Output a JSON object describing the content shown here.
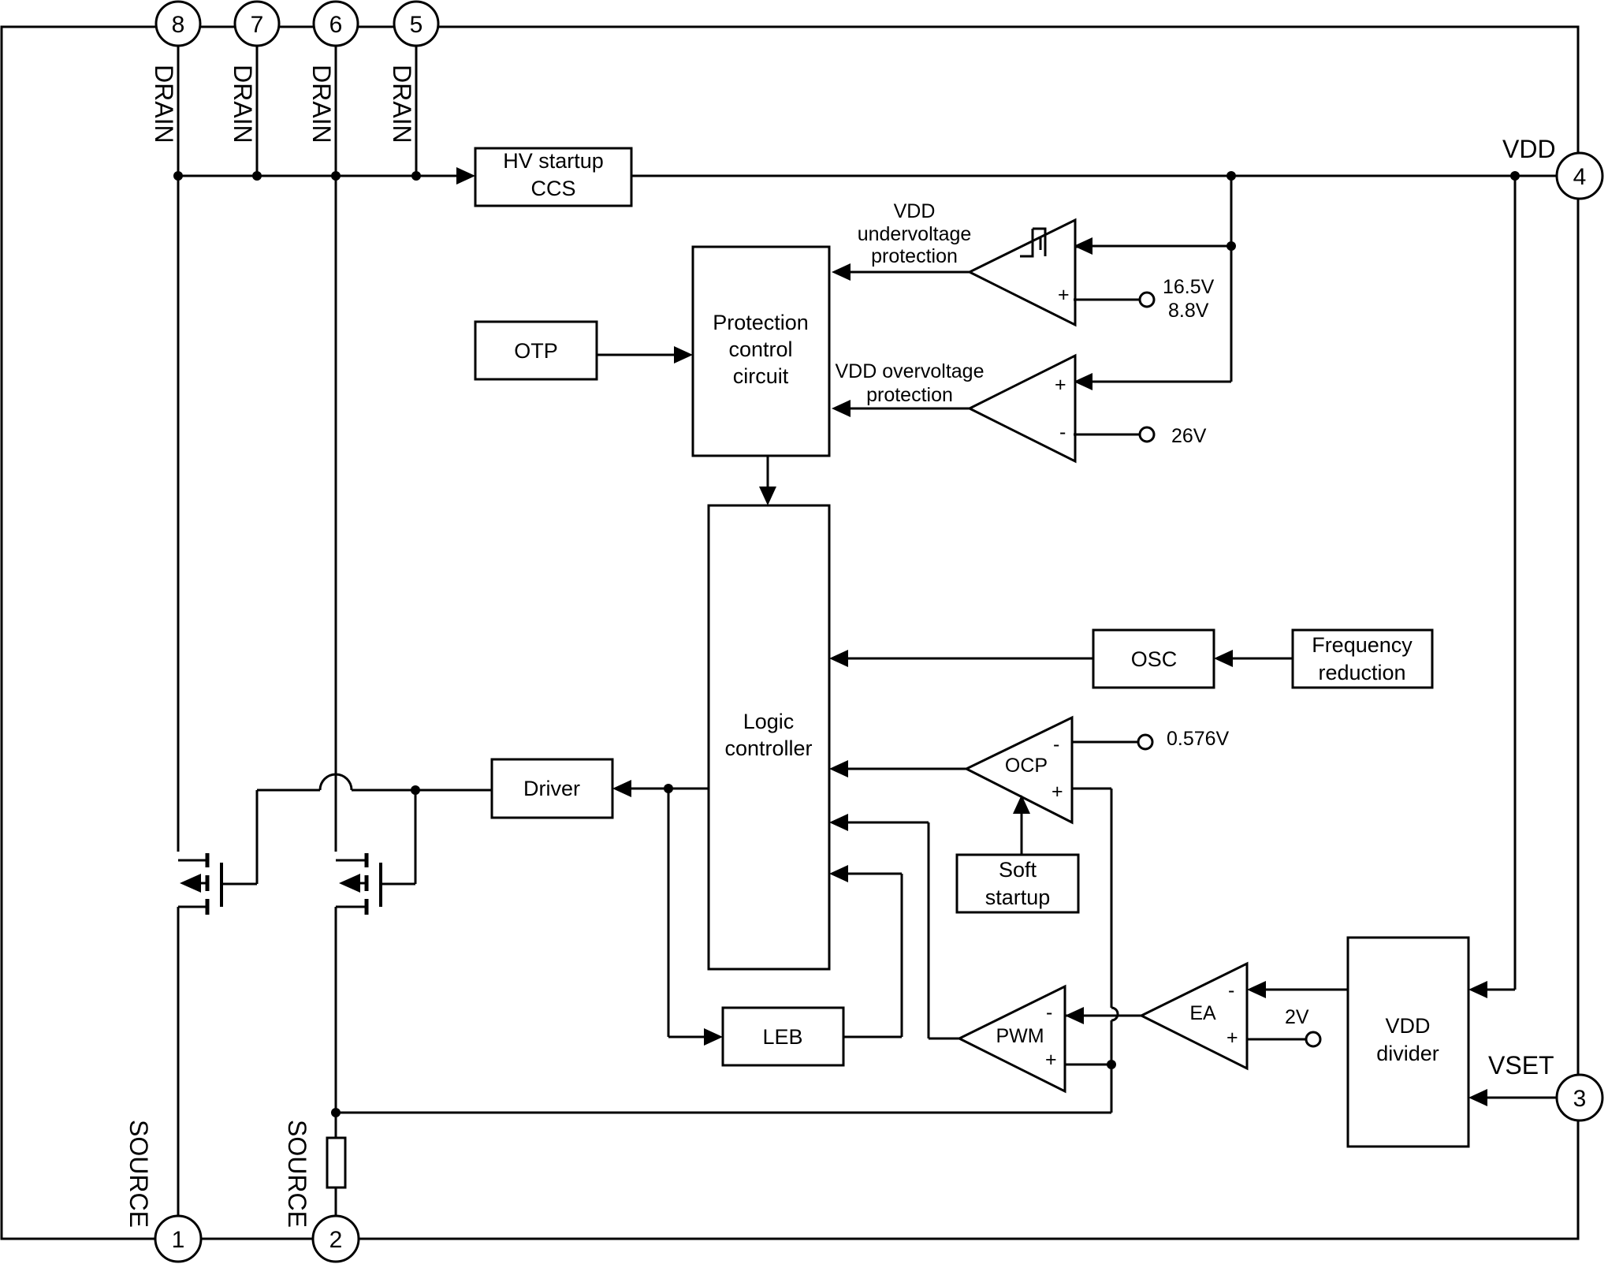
{
  "pins": {
    "p8": {
      "num": "8",
      "name": "DRAIN"
    },
    "p7": {
      "num": "7",
      "name": "DRAIN"
    },
    "p6": {
      "num": "6",
      "name": "DRAIN"
    },
    "p5": {
      "num": "5",
      "name": "DRAIN"
    },
    "p4": {
      "num": "4",
      "name": "VDD"
    },
    "p3": {
      "num": "3",
      "name": "VSET"
    },
    "p2": {
      "num": "2",
      "name": "SOURCE"
    },
    "p1": {
      "num": "1",
      "name": "SOURCE"
    }
  },
  "blocks": {
    "hv_startup": {
      "line1": "HV startup",
      "line2": "CCS"
    },
    "otp": "OTP",
    "protection": {
      "line1": "Protection",
      "line2": "control",
      "line3": "circuit"
    },
    "logic": {
      "line1": "Logic",
      "line2": "controller"
    },
    "osc": "OSC",
    "freq_red": {
      "line1": "Frequency",
      "line2": "reduction"
    },
    "driver": "Driver",
    "leb": "LEB",
    "soft_startup": {
      "line1": "Soft",
      "line2": "startup"
    },
    "vdd_divider": {
      "line1": "VDD",
      "line2": "divider"
    }
  },
  "comparators": {
    "uvp": {
      "minus": "-",
      "plus": "+",
      "label1": "VDD",
      "label2": "undervoltage",
      "label3": "protection",
      "ref1": "16.5V",
      "ref2": "8.8V"
    },
    "ovp": {
      "minus": "-",
      "plus": "+",
      "label1": "VDD overvoltage",
      "label2": "protection",
      "ref": "26V"
    },
    "ocp": {
      "name": "OCP",
      "minus": "-",
      "plus": "+",
      "ref": "0.576V"
    },
    "pwm": {
      "name": "PWM",
      "minus": "-",
      "plus": "+"
    },
    "ea": {
      "name": "EA",
      "minus": "-",
      "plus": "+",
      "ref": "2V"
    }
  }
}
